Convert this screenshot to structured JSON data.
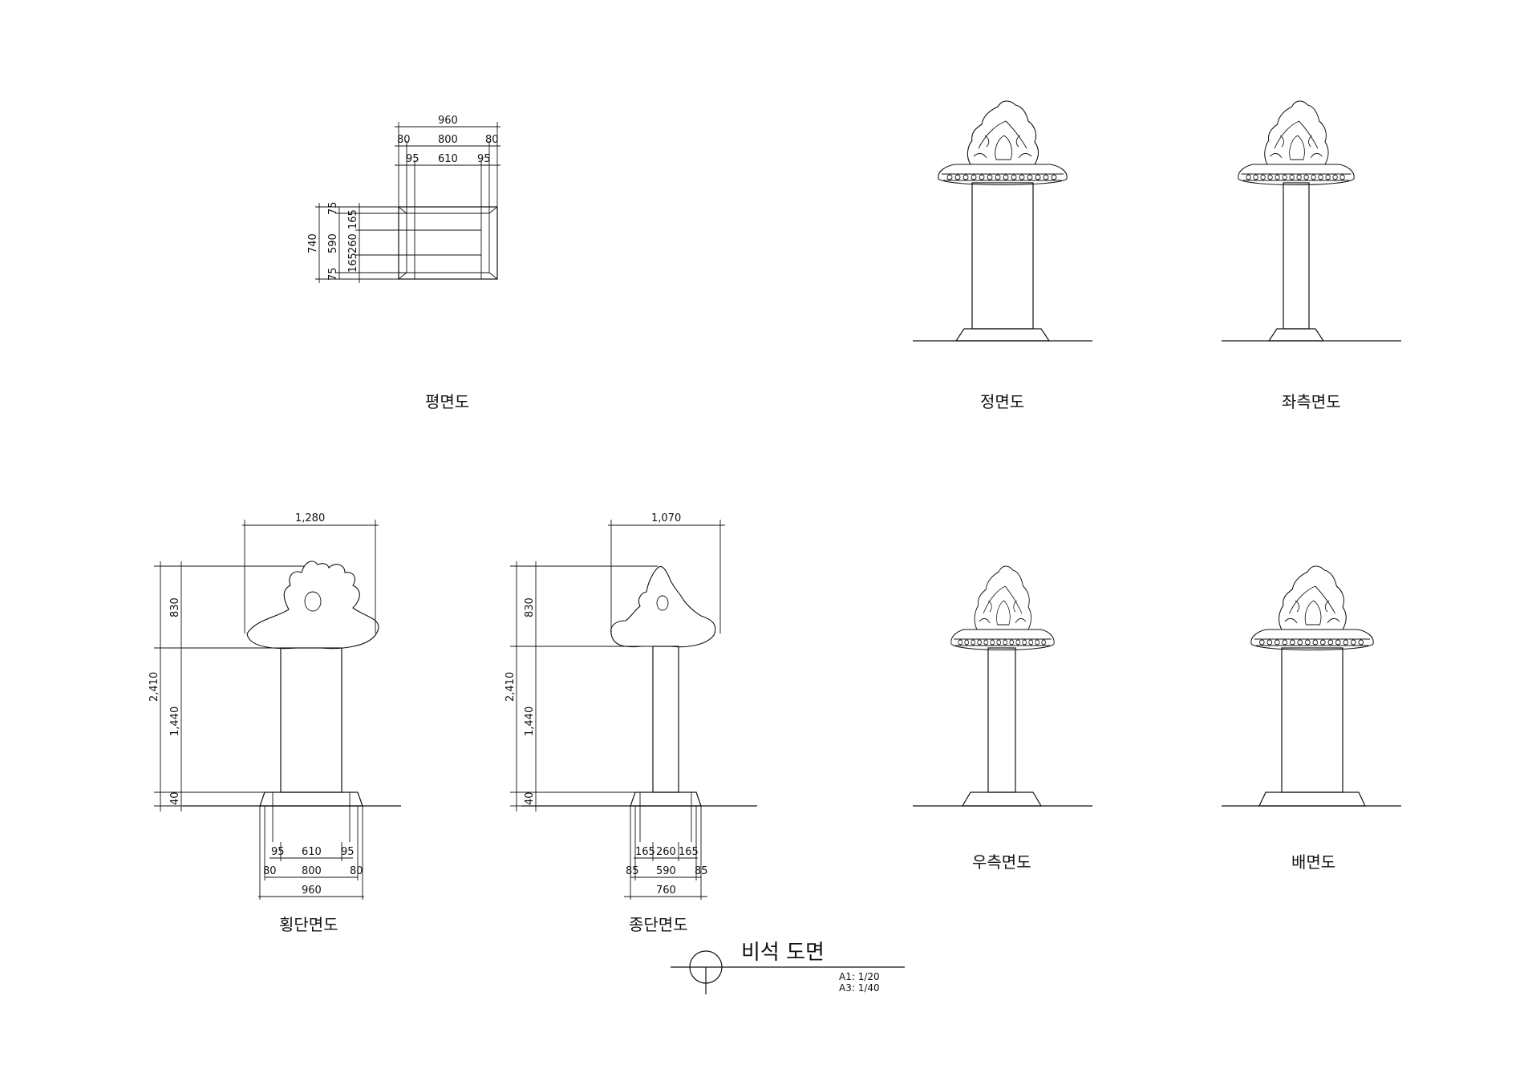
{
  "views": {
    "plan": {
      "label": "평면도",
      "dims": {
        "w960": "960",
        "w80a": "80",
        "w800": "800",
        "w80b": "80",
        "w95a": "95",
        "w610": "610",
        "w95b": "95",
        "h740": "740",
        "h590": "590",
        "h75a": "75",
        "h165a": "165",
        "h260": "260",
        "h165b": "165",
        "h75b": "75"
      }
    },
    "front": {
      "label": "정면도"
    },
    "left": {
      "label": "좌측면도"
    },
    "right": {
      "label": "우측면도"
    },
    "back": {
      "label": "배면도"
    },
    "cross": {
      "label": "횡단면도",
      "dims": {
        "top": "1,280",
        "total": "2,410",
        "h830": "830",
        "h1440": "1,440",
        "h40": "40",
        "b95a": "95",
        "b610": "610",
        "b95b": "95",
        "b80a": "80",
        "b800": "800",
        "b80b": "80",
        "b960": "960"
      }
    },
    "long": {
      "label": "종단면도",
      "dims": {
        "top": "1,070",
        "total": "2,410",
        "h830": "830",
        "h1440": "1,440",
        "h40": "40",
        "b165a": "165",
        "b260": "260",
        "b165b": "165",
        "b85a": "85",
        "b590": "590",
        "b85b": "85",
        "b760": "760"
      }
    }
  },
  "title_block": {
    "title": "비석 도면",
    "scale_a1": "A1: 1/20",
    "scale_a3": "A3: 1/40"
  }
}
